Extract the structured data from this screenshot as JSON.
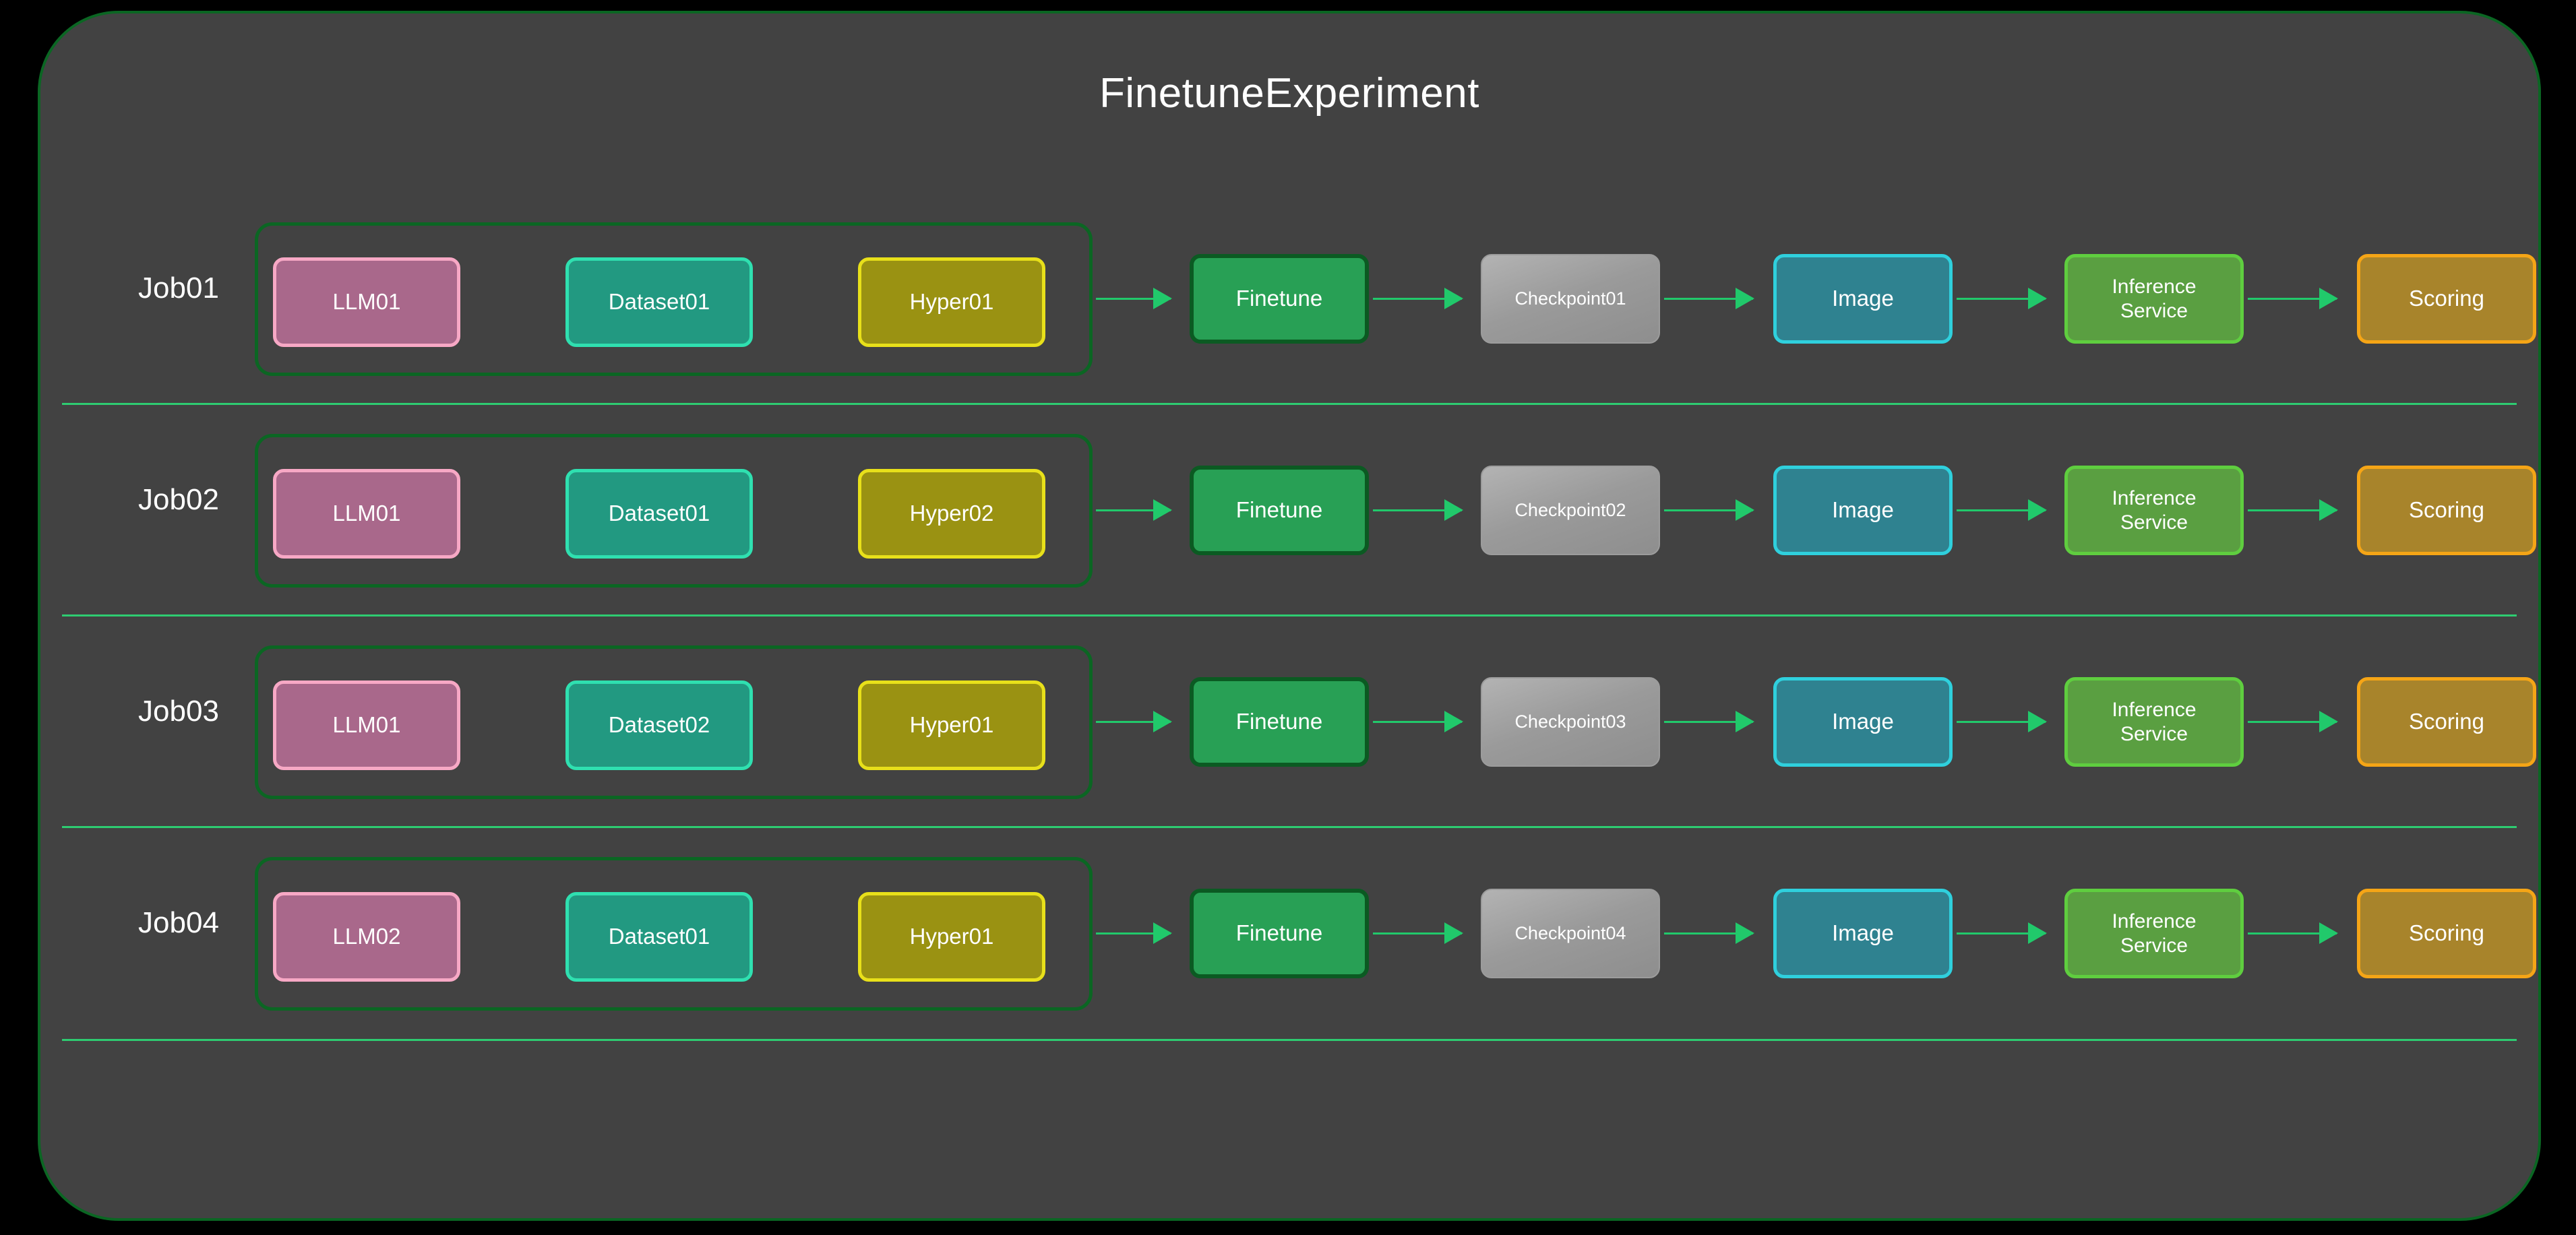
{
  "diagram": {
    "title": "FinetuneExperiment",
    "background_color": "#424242",
    "page_background_color": "#000000",
    "container_border_color": "#0b6623",
    "separator_color": "#2ecc71",
    "edge_color": "#21c96b",
    "title_color": "#ffffff"
  },
  "node_styles": {
    "llm": {
      "fill": "#a9688b",
      "stroke": "#f7a8c5"
    },
    "dataset": {
      "fill": "#229981",
      "stroke": "#2fe0b0"
    },
    "hyper": {
      "fill": "#9a9212",
      "stroke": "#e8e01a"
    },
    "finetune": {
      "fill": "#28a055",
      "stroke": "#0b5a22"
    },
    "checkpoint": {
      "fill": "#9a9a9a",
      "stroke": "#9c9c9c"
    },
    "image": {
      "fill": "#2f8290",
      "stroke": "#2fd0dd"
    },
    "inference": {
      "fill": "#5a9f41",
      "stroke": "#5fce3f"
    },
    "scoring": {
      "fill": "#a8842b",
      "stroke": "#f5a516"
    }
  },
  "rows": [
    {
      "job_label": "Job01",
      "llm": "LLM01",
      "dataset": "Dataset01",
      "hyper": "Hyper01",
      "finetune": "Finetune",
      "checkpoint": "Checkpoint01",
      "image": "Image",
      "inference": "Inference\nService",
      "scoring": "Scoring"
    },
    {
      "job_label": "Job02",
      "llm": "LLM01",
      "dataset": "Dataset01",
      "hyper": "Hyper02",
      "finetune": "Finetune",
      "checkpoint": "Checkpoint02",
      "image": "Image",
      "inference": "Inference\nService",
      "scoring": "Scoring"
    },
    {
      "job_label": "Job03",
      "llm": "LLM01",
      "dataset": "Dataset02",
      "hyper": "Hyper01",
      "finetune": "Finetune",
      "checkpoint": "Checkpoint03",
      "image": "Image",
      "inference": "Inference\nService",
      "scoring": "Scoring"
    },
    {
      "job_label": "Job04",
      "llm": "LLM02",
      "dataset": "Dataset01",
      "hyper": "Hyper01",
      "finetune": "Finetune",
      "checkpoint": "Checkpoint04",
      "image": "Image",
      "inference": "Inference\nService",
      "scoring": "Scoring"
    }
  ]
}
